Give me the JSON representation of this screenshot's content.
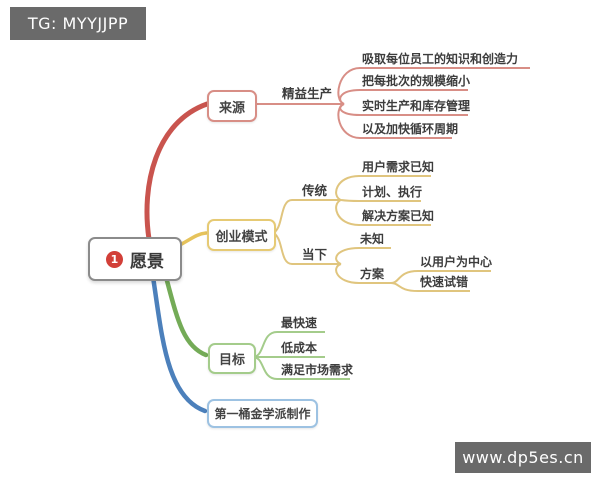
{
  "watermarks": {
    "top_left": "TG: MYYJJPP",
    "bottom_right": "www.dp5es.cn"
  },
  "root": {
    "badge": "1",
    "label": "愿景"
  },
  "branch_source": {
    "label": "来源",
    "topic": "精益生产",
    "leaves": [
      "吸取每位员工的知识和创造力",
      "把每批次的规模缩小",
      "实时生产和库存管理",
      "以及加快循环周期"
    ]
  },
  "branch_model": {
    "label": "创业模式",
    "traditional": {
      "label": "传统",
      "leaves": [
        "用户需求已知",
        "计划、执行",
        "解决方案已知"
      ]
    },
    "current": {
      "label": "当下",
      "unknown": "未知",
      "plan": {
        "label": "方案",
        "leaves": [
          "以用户为中心",
          "快速试错"
        ]
      }
    }
  },
  "branch_goal": {
    "label": "目标",
    "leaves": [
      "最快速",
      "低成本",
      "满足市场需求"
    ]
  },
  "branch_credit": {
    "label": "第一桶金学派制作"
  },
  "colors": {
    "branch_source_main": "#c9544e",
    "branch_source_thin": "#d88e86",
    "branch_model_main": "#e6c35b",
    "branch_model_thin": "#e0c57e",
    "branch_goal_main": "#74ab57",
    "branch_goal_thin": "#a4cc8b",
    "branch_credit_main": "#4c80bb",
    "root_border": "#8b8b8b",
    "badge_red": "#d23f38",
    "watermark_bg": "#6a6a6a"
  }
}
